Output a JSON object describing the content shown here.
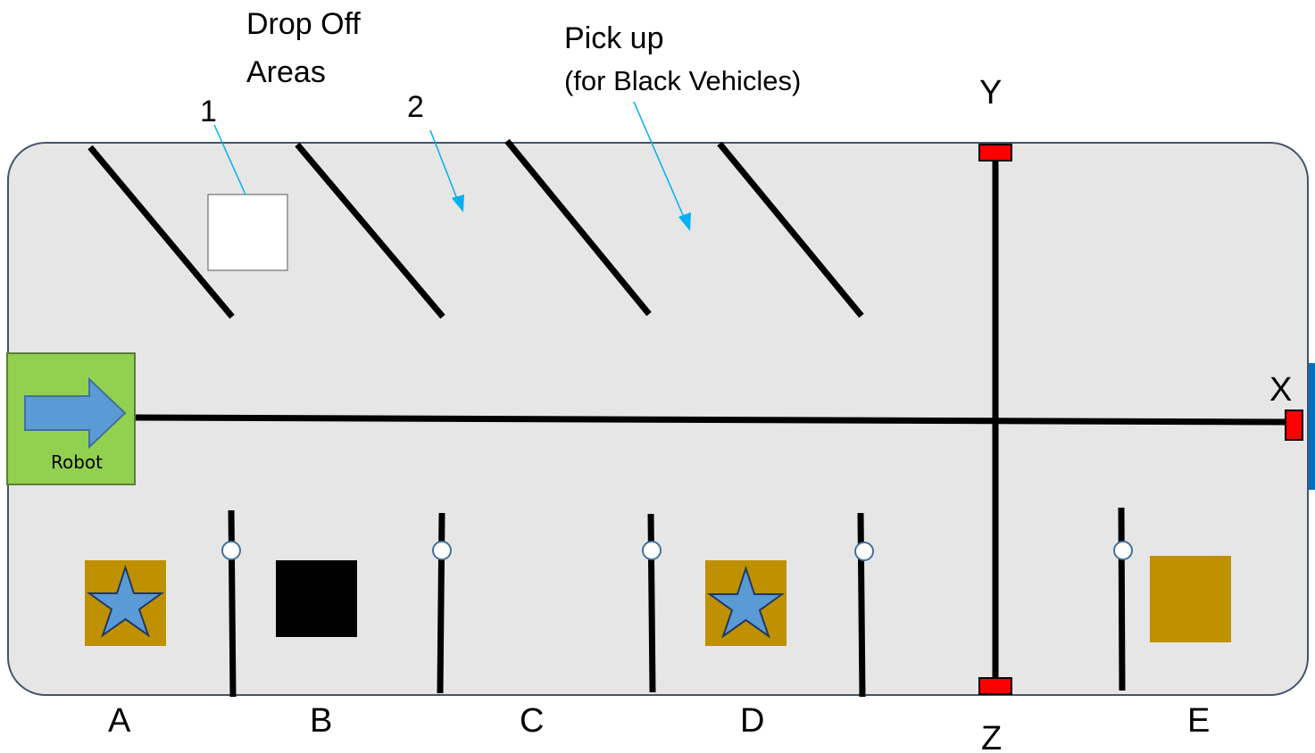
{
  "labels": {
    "drop_off_line1": "Drop Off",
    "drop_off_line2": "Areas",
    "area_1": "1",
    "area_2": "2",
    "pick_up": "Pick up",
    "pick_up_sub": "(for Black Vehicles)",
    "y": "Y",
    "z": "Z",
    "x": "X",
    "robot": "Robot",
    "slot_a": "A",
    "slot_b": "B",
    "slot_c": "C",
    "slot_d": "D",
    "slot_e": "E"
  },
  "colors": {
    "field": "#e6e6e6",
    "field_border": "#44546a",
    "line": "#000000",
    "robot_box": "#92d050",
    "robot_arrow": "#5b9bd5",
    "marker": "#ff0000",
    "vehicle_gold": "#bf9000",
    "vehicle_black": "#000000",
    "star": "#5b9bd5",
    "leader_arrow": "#00b0f0",
    "side_bar": "#0070c0"
  },
  "icons": {
    "robot": "right-arrow-icon",
    "vehicle_marker": "star-icon",
    "gate_pivot": "circle-icon"
  }
}
